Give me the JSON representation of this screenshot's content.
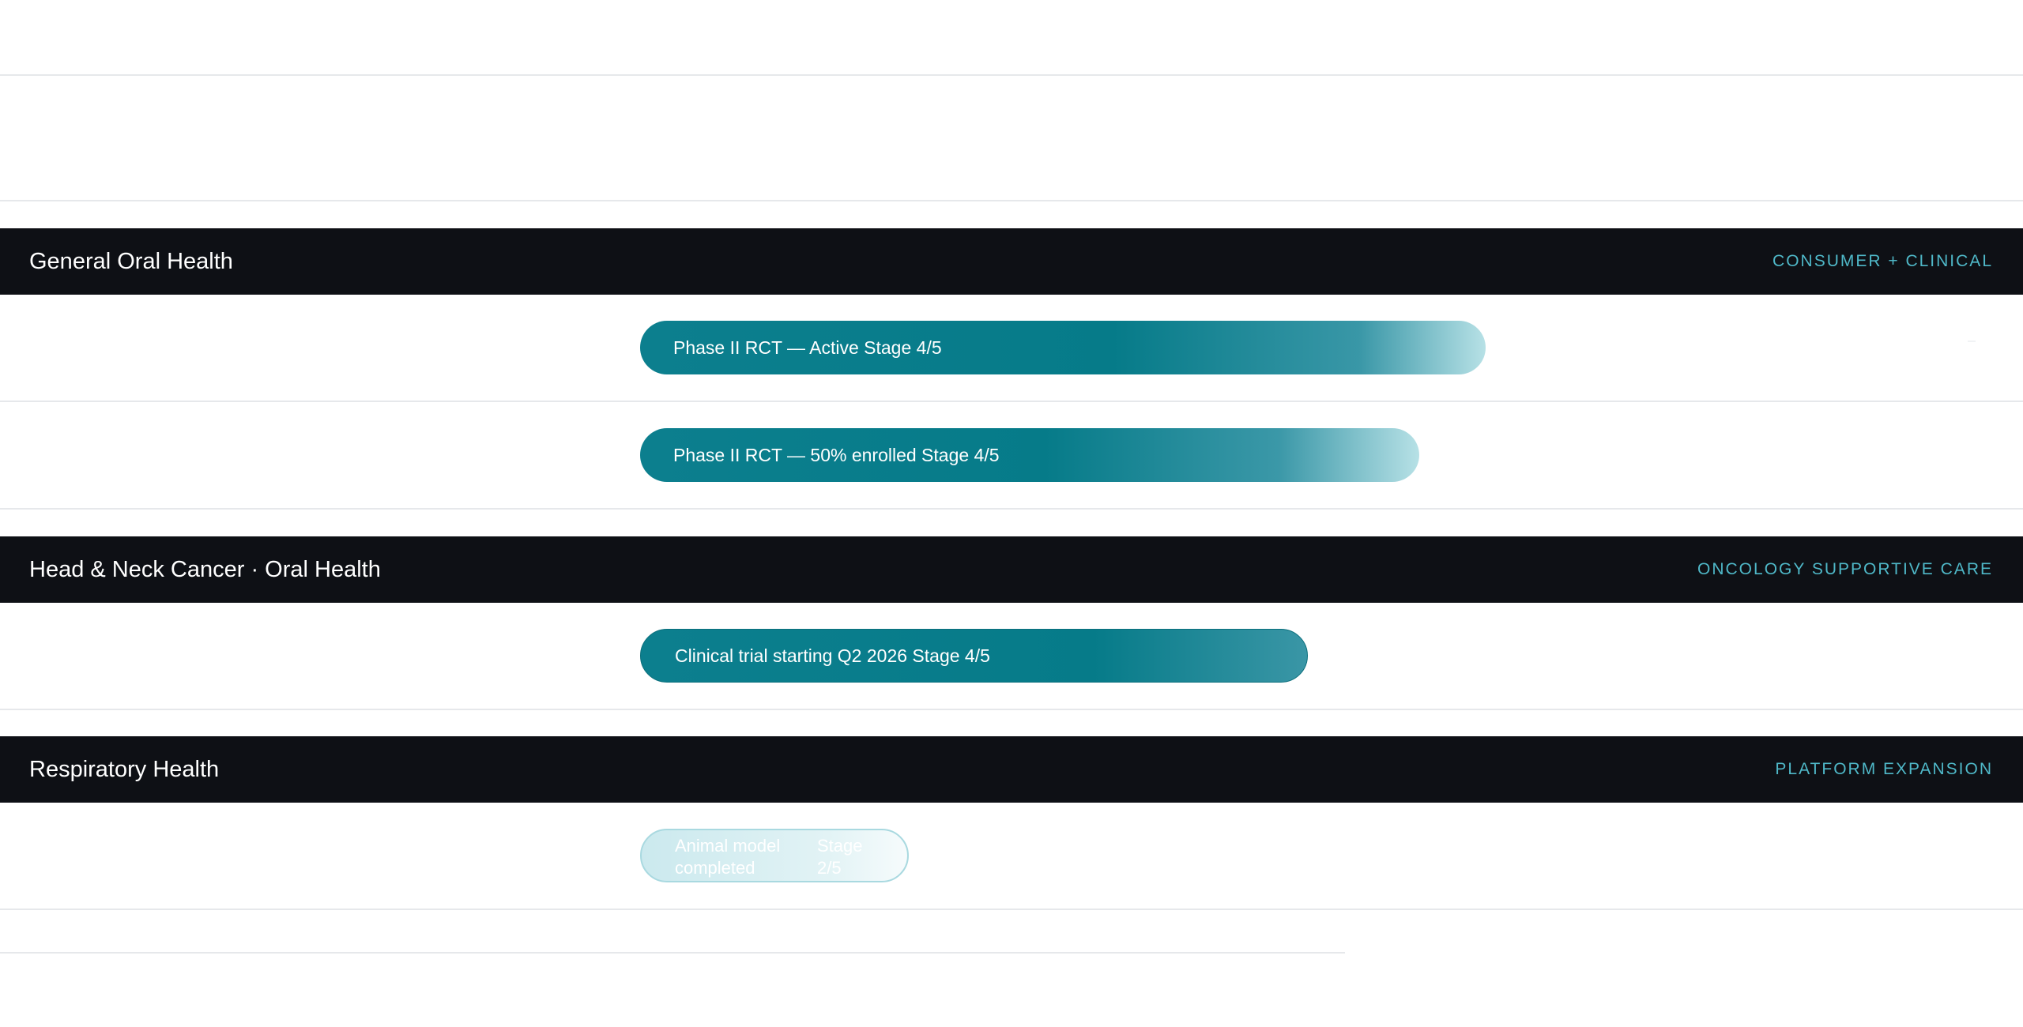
{
  "categories": [
    {
      "title": "General Oral Health",
      "tag": "CONSUMER + CLINICAL",
      "rows": [
        {
          "label": "Phase II RCT — Active Stage 4/5",
          "stage": 4,
          "stages_total": 5
        },
        {
          "label": "Phase II RCT — 50% enrolled Stage 4/5",
          "stage": 4,
          "stages_total": 5
        }
      ]
    },
    {
      "title": "Head & Neck Cancer · Oral Health",
      "tag": "ONCOLOGY SUPPORTIVE CARE",
      "rows": [
        {
          "label": "Clinical trial starting Q2 2026 Stage 4/5",
          "stage": 4,
          "stages_total": 5
        }
      ]
    },
    {
      "title": "Respiratory Health",
      "tag": "PLATFORM EXPANSION",
      "rows": [
        {
          "label": "Animal model completed",
          "stage_label": "Stage 2/5",
          "stage": 2,
          "stages_total": 5
        }
      ]
    }
  ],
  "colors": {
    "header_bg": "#0e1015",
    "header_text": "#ffffff",
    "tag_accent": "#4fb8c8",
    "bar_primary": "#067b89",
    "bar_light": "#b7e1e6",
    "rule": "#e6e8eb"
  }
}
